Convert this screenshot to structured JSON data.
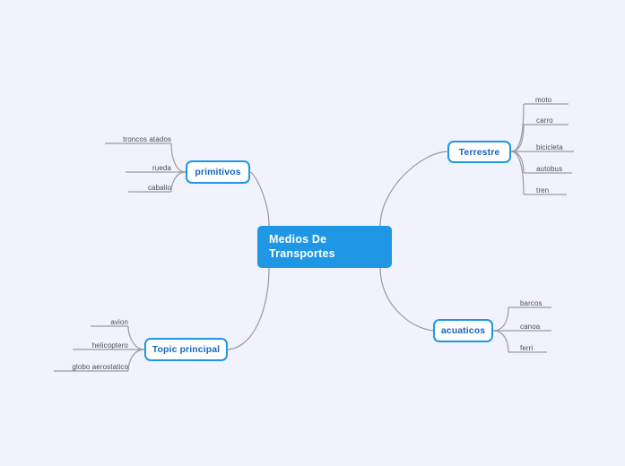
{
  "diagram": {
    "type": "mind-map",
    "background_color": "#f0f3fd",
    "root": {
      "label": "Medios De Transportes",
      "line1": "Medios De",
      "line2": "Transportes",
      "fill_color": "#1f97e5",
      "text_color": "#ffffff"
    },
    "branch_style": {
      "fill_color": "#ffffff",
      "border_color": "#1f97e5",
      "text_color": "#1565c0"
    },
    "connector_color": "#9a9a9a",
    "leaf_text_color": "#4a4a55",
    "branches": [
      {
        "id": "primitivos",
        "label": "primitivos",
        "side": "left",
        "leaves": [
          {
            "label": "troncos atados"
          },
          {
            "label": "rueda"
          },
          {
            "label": "caballo"
          }
        ]
      },
      {
        "id": "terrestre",
        "label": "Terrestre",
        "side": "right",
        "leaves": [
          {
            "label": "moto"
          },
          {
            "label": "carro"
          },
          {
            "label": "bicicleta"
          },
          {
            "label": "autobus"
          },
          {
            "label": "tren"
          }
        ]
      },
      {
        "id": "acuaticos",
        "label": "acuaticos",
        "side": "right",
        "leaves": [
          {
            "label": "barcos"
          },
          {
            "label": "canoa"
          },
          {
            "label": "ferri"
          }
        ]
      },
      {
        "id": "topic-principal",
        "label": "Topic principal",
        "side": "left",
        "leaves": [
          {
            "label": "avion"
          },
          {
            "label": "helicoptero"
          },
          {
            "label": "globo aerostatico"
          }
        ]
      }
    ]
  }
}
